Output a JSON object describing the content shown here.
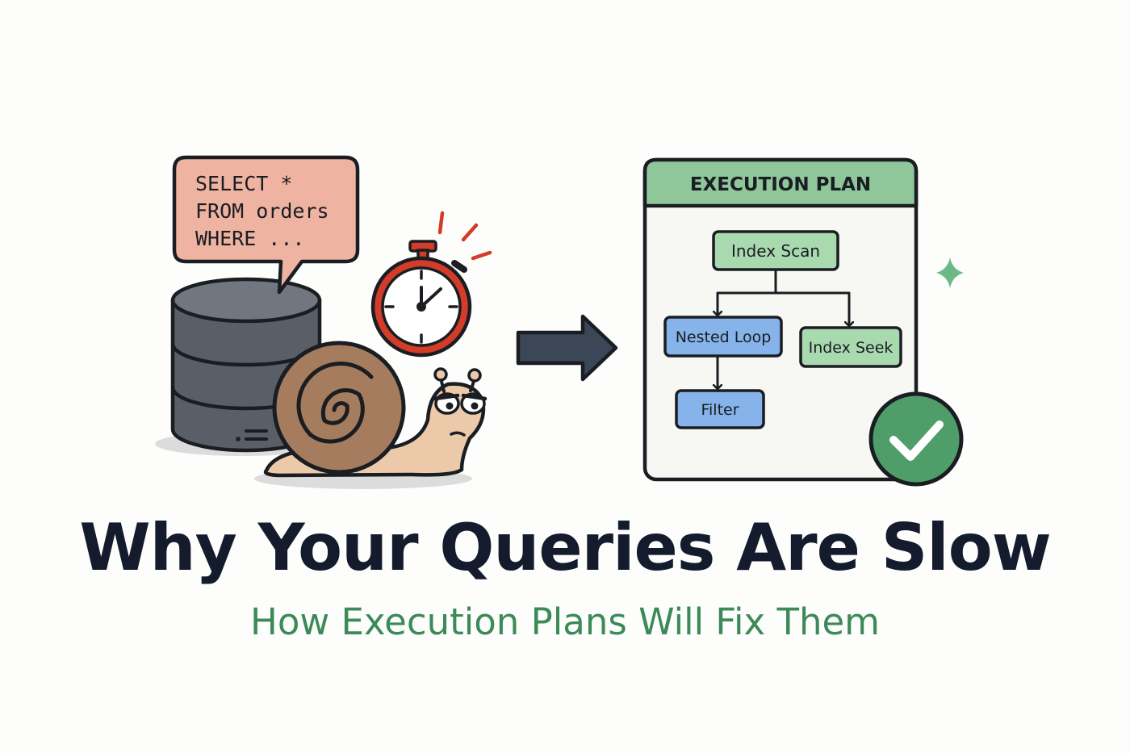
{
  "query": {
    "lines": [
      "SELECT *",
      "FROM orders",
      "WHERE ..."
    ]
  },
  "plan": {
    "header": "EXECUTION PLAN",
    "nodes": {
      "index_scan": "Index Scan",
      "nested_loop": "Nested Loop",
      "index_seek": "Index Seek",
      "filter": "Filter"
    }
  },
  "headline": {
    "title": "Why Your Queries Are Slow",
    "subtitle": "How Execution Plans Will Fix Them"
  },
  "colors": {
    "ink": "#1a1d22",
    "bubble_fill": "#eeb3a1",
    "database_fill": "#595e67",
    "stopwatch_red": "#d23c28",
    "snail_shell": "#a67c5e",
    "snail_body": "#ecc9a9",
    "arrow_fill": "#3b4657",
    "plan_header_fill": "#8fc79b",
    "plan_panel_fill": "#f7f8f4",
    "green_node_fill": "#a9d9ae",
    "blue_node_fill": "#86b4ea",
    "check_badge_fill": "#4f9e6a",
    "sparkle": "#6cb985",
    "title_color": "#141b2d",
    "subtitle_color": "#3c8a58"
  },
  "icons": {
    "database": "database-icon",
    "stopwatch": "stopwatch-icon",
    "snail": "snail-icon",
    "arrow": "arrow-right-icon",
    "check": "checkmark-icon",
    "sparkle": "sparkle-icon"
  }
}
